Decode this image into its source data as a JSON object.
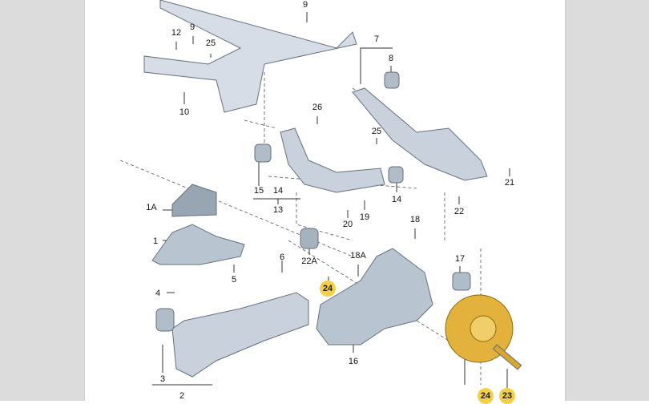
{
  "diagram": {
    "title": "Rear suspension exploded parts diagram",
    "labels": [
      "9",
      "9",
      "12",
      "25",
      "10",
      "7",
      "8",
      "26",
      "25",
      "21",
      "15",
      "14",
      "13",
      "14",
      "19",
      "20",
      "22",
      "1A",
      "1",
      "5",
      "4",
      "6",
      "18",
      "22A",
      "18A",
      "24",
      "17",
      "16",
      "3",
      "2",
      "24",
      "23"
    ],
    "highlighted": [
      "24",
      "24",
      "23"
    ],
    "colors": {
      "part": "#c9d2dc",
      "part_dark": "#8e9aa8",
      "hub": "#e3b23c",
      "highlight": "#f3cf4a",
      "side_panel": "#dcdcdc"
    }
  }
}
